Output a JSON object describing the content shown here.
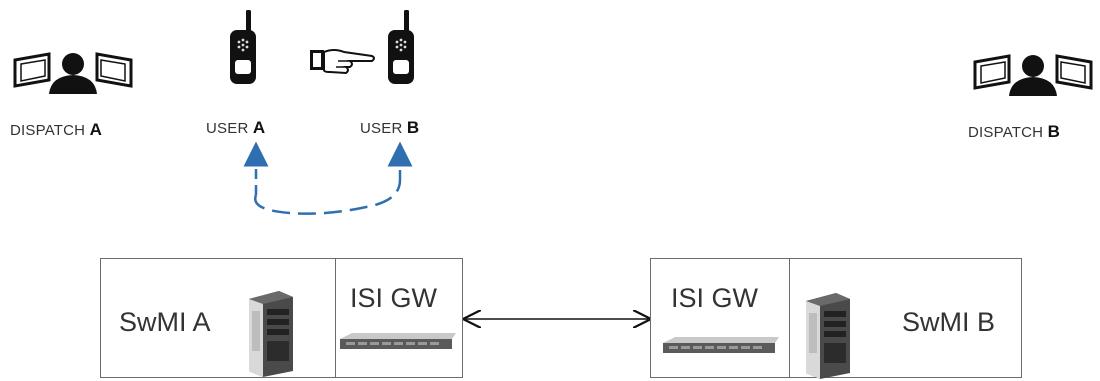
{
  "nodes": {
    "dispatch_a": {
      "text": "DISPATCH",
      "letter": "A",
      "icon": "dispatcher-icon"
    },
    "user_a": {
      "text": "USER",
      "letter": "A",
      "icon": "radio-handset-icon"
    },
    "user_b": {
      "text": "USER",
      "letter": "B",
      "icon": "radio-handset-icon"
    },
    "dispatch_b": {
      "text": "DISPATCH",
      "letter": "B",
      "icon": "dispatcher-icon"
    }
  },
  "systems": {
    "left": {
      "swmi_label": "SwMI A",
      "gw_label": "ISI GW"
    },
    "right": {
      "gw_label": "ISI GW",
      "swmi_label": "SwMI B"
    }
  },
  "colors": {
    "dashed_link": "#2f6fb0",
    "border": "#6b6b6b",
    "icon": "#111111"
  }
}
